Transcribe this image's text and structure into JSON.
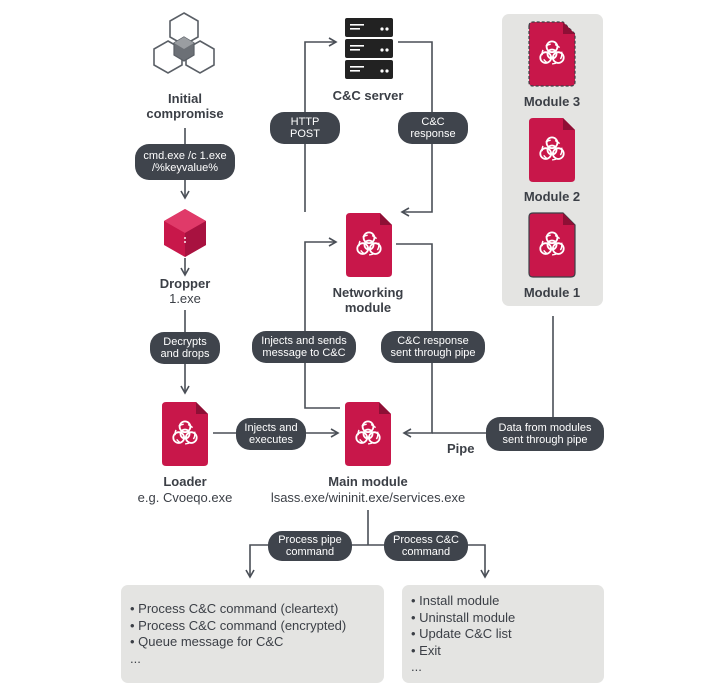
{
  "nodes": {
    "initial": {
      "title_line1": "Initial",
      "title_line2": "compromise",
      "icon": "cluster-cube-icon"
    },
    "dropper": {
      "title": "Dropper",
      "sub": "1.exe",
      "icon": "cube-icon"
    },
    "loader": {
      "title": "Loader",
      "sub": "e.g. Cvoeqo.exe",
      "icon": "biohazard-file-icon"
    },
    "main": {
      "title": "Main module",
      "sub": "lsass.exe/wininit.exe/services.exe",
      "icon": "biohazard-file-icon"
    },
    "networking": {
      "title_line1": "Networking",
      "title_line2": "module",
      "icon": "biohazard-file-icon"
    },
    "server": {
      "title": "C&C server",
      "icon": "server-icon"
    }
  },
  "modules": [
    {
      "label": "Module 3"
    },
    {
      "label": "Module 2"
    },
    {
      "label": "Module 1"
    }
  ],
  "pills": {
    "cmd": [
      "cmd.exe /c 1.exe",
      "/%keyvalue%"
    ],
    "decrypts": [
      "Decrypts",
      "and drops"
    ],
    "injects_exec": [
      "Injects and",
      "executes"
    ],
    "http_post": [
      "HTTP",
      "POST"
    ],
    "cc_response": [
      "C&C",
      "response"
    ],
    "injects_sends": [
      "Injects and sends",
      "message to C&C"
    ],
    "cc_pipe": [
      "C&C response",
      "sent through pipe"
    ],
    "data_modules": [
      "Data from modules",
      "sent through pipe"
    ],
    "process_pipe": [
      "Process pipe",
      "command"
    ],
    "process_cc": [
      "Process C&C",
      "command"
    ]
  },
  "pipe_label": "Pipe",
  "left_list": [
    "Process C&C command (cleartext)",
    "Process C&C command (encrypted)",
    "Queue message for C&C",
    "..."
  ],
  "right_list": [
    "Install module",
    "Uninstall module",
    "Update C&C list",
    "Exit",
    "..."
  ],
  "colors": {
    "accent": "#c8174a",
    "dark": "#3f444c",
    "panel": "#e4e4e2",
    "line": "#4a4f57"
  }
}
